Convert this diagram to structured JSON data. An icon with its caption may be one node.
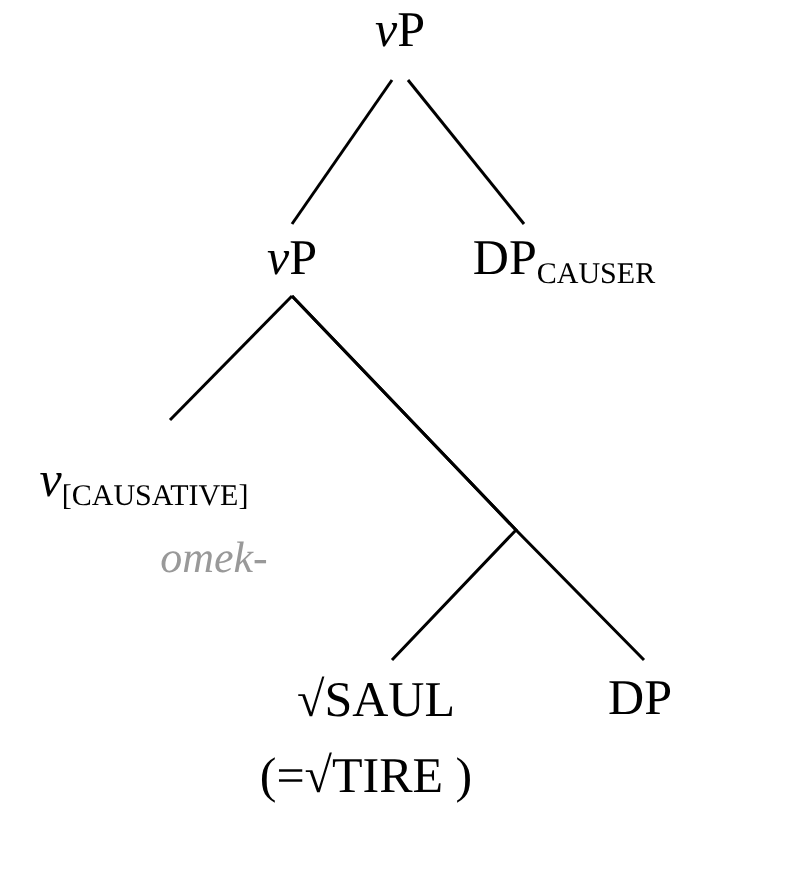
{
  "diagram": {
    "nodes": [
      {
        "text": [
          "vP"
        ]
      },
      {
        "text": [
          "vP"
        ]
      },
      {
        "text": [
          "DP$_{CAUSER}$"
        ]
      },
      {
        "text": [
          "*v*$_{[CAUSATIVE]}$",
          "omek-"
        ]
      },
      {
        "text": [
          "√SAUL",
          "(=√TIRE )"
        ]
      },
      {
        "text": [
          "DP"
        ]
      }
    ],
    "edges": [
      {
        "from": 0,
        "to": 1,
        "arrow": "none"
      },
      {
        "from": 0,
        "to": 2,
        "arrow": "none"
      },
      {
        "from": 1,
        "to": 3,
        "arrow": "none"
      },
      {
        "from": 1,
        "to": 4,
        "arrow": "none"
      },
      {
        "from": 1,
        "to": 5,
        "arrow": "none"
      }
    ]
  }
}
